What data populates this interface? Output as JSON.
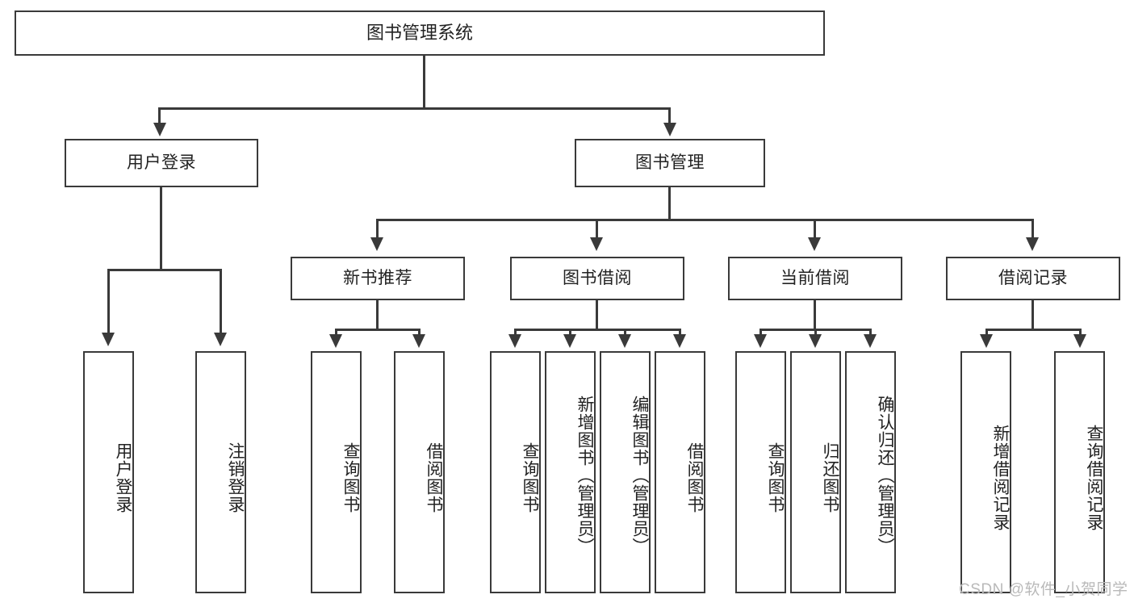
{
  "diagram": {
    "title": "图书管理系统",
    "type": "tree-hierarchy",
    "root": {
      "label": "图书管理系统"
    },
    "level2": [
      {
        "label": "用户登录"
      },
      {
        "label": "图书管理"
      }
    ],
    "level3": [
      {
        "label": "新书推荐"
      },
      {
        "label": "图书借阅"
      },
      {
        "label": "当前借阅"
      },
      {
        "label": "借阅记录"
      }
    ],
    "leaves": {
      "user_login": [
        {
          "label": "用户登录"
        },
        {
          "label": "注销登录"
        }
      ],
      "new_book_recommend": [
        {
          "label": "查询图书"
        },
        {
          "label": "借阅图书"
        }
      ],
      "book_borrow": [
        {
          "label": "查询图书"
        },
        {
          "label": "新增图书（管理员）"
        },
        {
          "label": "编辑图书（管理员）"
        },
        {
          "label": "借阅图书"
        }
      ],
      "current_borrow": [
        {
          "label": "查询图书"
        },
        {
          "label": "归还图书"
        },
        {
          "label": "确认归还（管理员）"
        }
      ],
      "borrow_record": [
        {
          "label": "新增借阅记录"
        },
        {
          "label": "查询借阅记录"
        }
      ]
    }
  },
  "watermark": {
    "text": "CSDN @软件_小贺同学"
  },
  "colors": {
    "stroke": "#3a3a3a",
    "text": "#222222",
    "background": "#ffffff",
    "watermark": "#b9b9b9"
  }
}
